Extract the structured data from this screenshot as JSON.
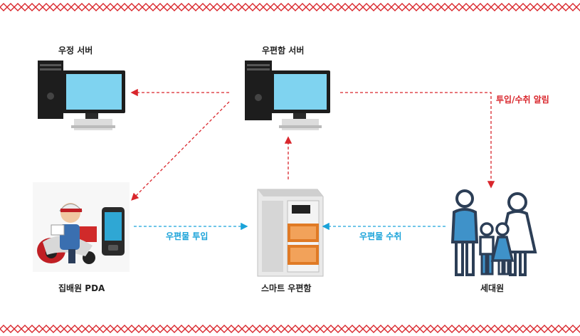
{
  "nodes": {
    "postal_server": {
      "label": "우정 서버"
    },
    "mailbox_server": {
      "label": "우편함 서버"
    },
    "courier_pda": {
      "label": "집배원 PDA"
    },
    "smart_mailbox": {
      "label": "스마트 우편함"
    },
    "household": {
      "label": "세대원"
    }
  },
  "edges": {
    "mail_drop": {
      "label": "우편물 투입",
      "color": "#1aa3d9"
    },
    "mail_pickup": {
      "label": "우편물 수취",
      "color": "#1aa3d9"
    },
    "notify": {
      "label": "투입/수취 알림",
      "color": "#d9262c"
    }
  },
  "colors": {
    "border": "#d9262c",
    "dashed_red": "#d9262c",
    "dashed_blue": "#1aa3d9",
    "screen": "#7fd3f0",
    "person": "#2c3e56",
    "person_accent": "#3f92c9"
  }
}
